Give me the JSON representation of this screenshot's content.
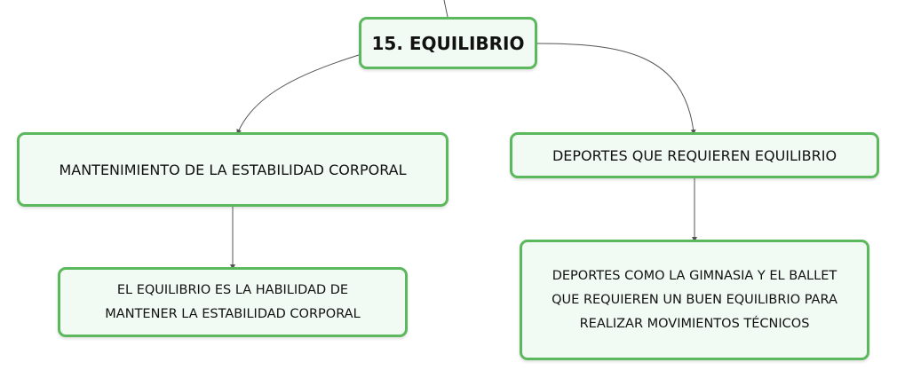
{
  "diagram": {
    "root": {
      "label": "15. EQUILIBRIO"
    },
    "left_branch": {
      "label": "MANTENIMIENTO DE LA ESTABILIDAD CORPORAL",
      "child": {
        "line1": "EL EQUILIBRIO ES LA HABILIDAD DE",
        "line2": "MANTENER LA ESTABILIDAD CORPORAL"
      }
    },
    "right_branch": {
      "label": "DEPORTES QUE REQUIEREN EQUILIBRIO",
      "child": {
        "line1": "DEPORTES COMO LA GIMNASIA Y EL BALLET",
        "line2": "QUE REQUIEREN UN BUEN EQUILIBRIO PARA",
        "line3": "REALIZAR MOVIMIENTOS TÉCNICOS"
      }
    }
  },
  "colors": {
    "node_border": "#5cb85c",
    "node_fill": "#f2fbf3",
    "connector": "#555555"
  }
}
